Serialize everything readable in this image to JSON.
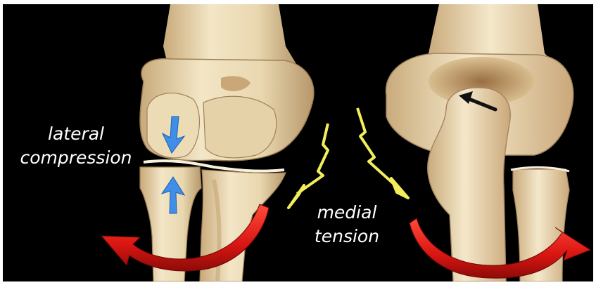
{
  "labels": {
    "lateral": [
      "lateral",
      "compression"
    ],
    "medial": [
      "medial",
      "tension"
    ]
  },
  "colors": {
    "background": "#000000",
    "bone": "#f0e2c0",
    "bone_shadow": "#b99a6c",
    "rotation_arrow": "#e0201b",
    "tension_arrow": "#f2ee5a",
    "compression_arrow": "#3f8fe8",
    "medial_glide_arrow": "#111111"
  },
  "icons": {
    "lateral_compression_arrows": "blue-arrow-icon",
    "medial_tension_arrows": "yellow-zigzag-arrow-icon",
    "rotation_arrows": "red-curved-arrow-icon",
    "glide_arrow": "black-arrow-icon"
  }
}
